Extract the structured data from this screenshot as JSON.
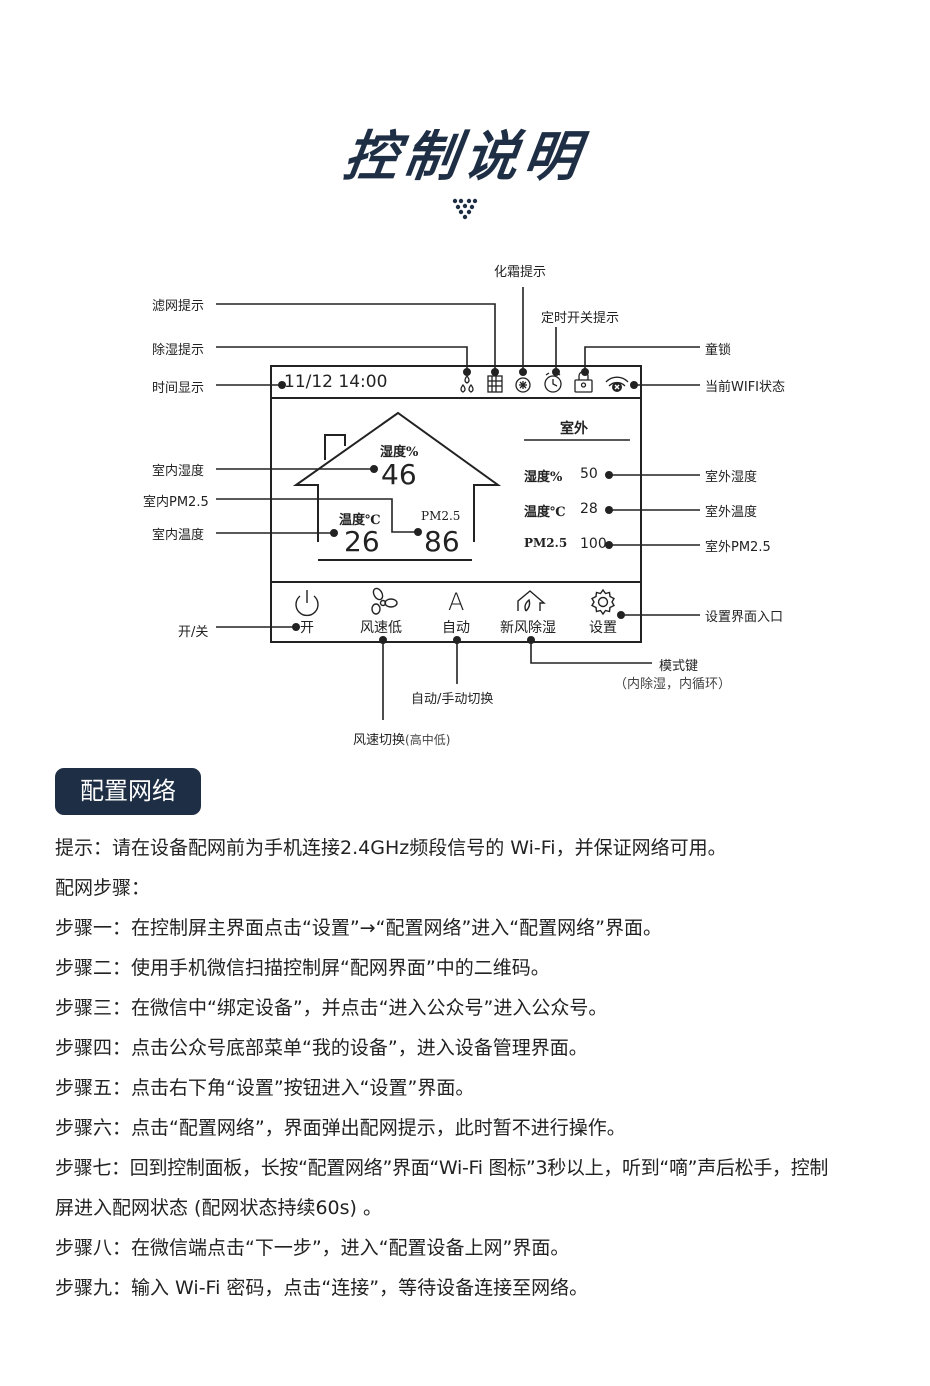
{
  "title": "控制说明",
  "annotations": {
    "filter": "滤网提示",
    "dehumidify": "除湿提示",
    "time": "时间显示",
    "defrost": "化霜提示",
    "timer": "定时开关提示",
    "child_lock": "童锁",
    "wifi": "当前WIFI状态",
    "indoor_humidity": "室内湿度",
    "indoor_pm": "室内PM2.5",
    "indoor_temp": "室内温度",
    "outdoor_humidity": "室外湿度",
    "outdoor_temp": "室外温度",
    "outdoor_pm": "室外PM2.5",
    "power": "开/关",
    "settings_entry": "设置界面入口",
    "mode_key": "模式键",
    "mode_key_note": "（内除湿，内循环）",
    "auto_manual": "自动/手动切换",
    "fan_speed": "风速切换",
    "fan_speed_note": "(高中低)"
  },
  "screen": {
    "datetime": "11/12  14:00",
    "outdoor_title": "室外",
    "indoor_humidity_label": "湿度%",
    "indoor_humidity_value": "46",
    "indoor_temp_label": "温度℃",
    "indoor_temp_value": "26",
    "indoor_pm_label": "PM2.5",
    "indoor_pm_value": "86",
    "outdoor_rows": [
      {
        "label": "湿度%",
        "value": "50"
      },
      {
        "label": "温度℃",
        "value": "28"
      },
      {
        "label": "PM2.5",
        "value": "100"
      }
    ],
    "buttons": {
      "power": "开",
      "fan": "风速低",
      "auto": "自动",
      "auto_glyph": "A",
      "mode": "新风除湿",
      "settings": "设置"
    }
  },
  "section": {
    "title": "配置网络",
    "tip": "提示：请在设备配网前为手机连接2.4GHz频段信号的 Wi-Fi，并保证网络可用。",
    "steps_header": "配网步骤：",
    "steps": [
      "步骤一：在控制屏主界面点击“设置”→“配置网络”进入“配置网络”界面。",
      "步骤二：使用手机微信扫描控制屏“配网界面”中的二维码。",
      "步骤三：在微信中“绑定设备”，并点击“进入公众号”进入公众号。",
      "步骤四：点击公众号底部菜单“我的设备”，进入设备管理界面。",
      "步骤五：点击右下角“设置”按钮进入“设置”界面。",
      "步骤六：点击“配置网络”，界面弹出配网提示，此时暂不进行操作。",
      "步骤七：回到控制面板，长按“配置网络”界面“Wi-Fi  图标”3秒以上，听到“嘀”声后松手，控制",
      "屏进入配网状态 (配网状态持续60s) 。",
      "步骤八：在微信端点击“下一步”，进入“配置设备上网”界面。",
      "步骤九：输入 Wi-Fi 密码，点击“连接”，等待设备连接至网络。"
    ]
  }
}
